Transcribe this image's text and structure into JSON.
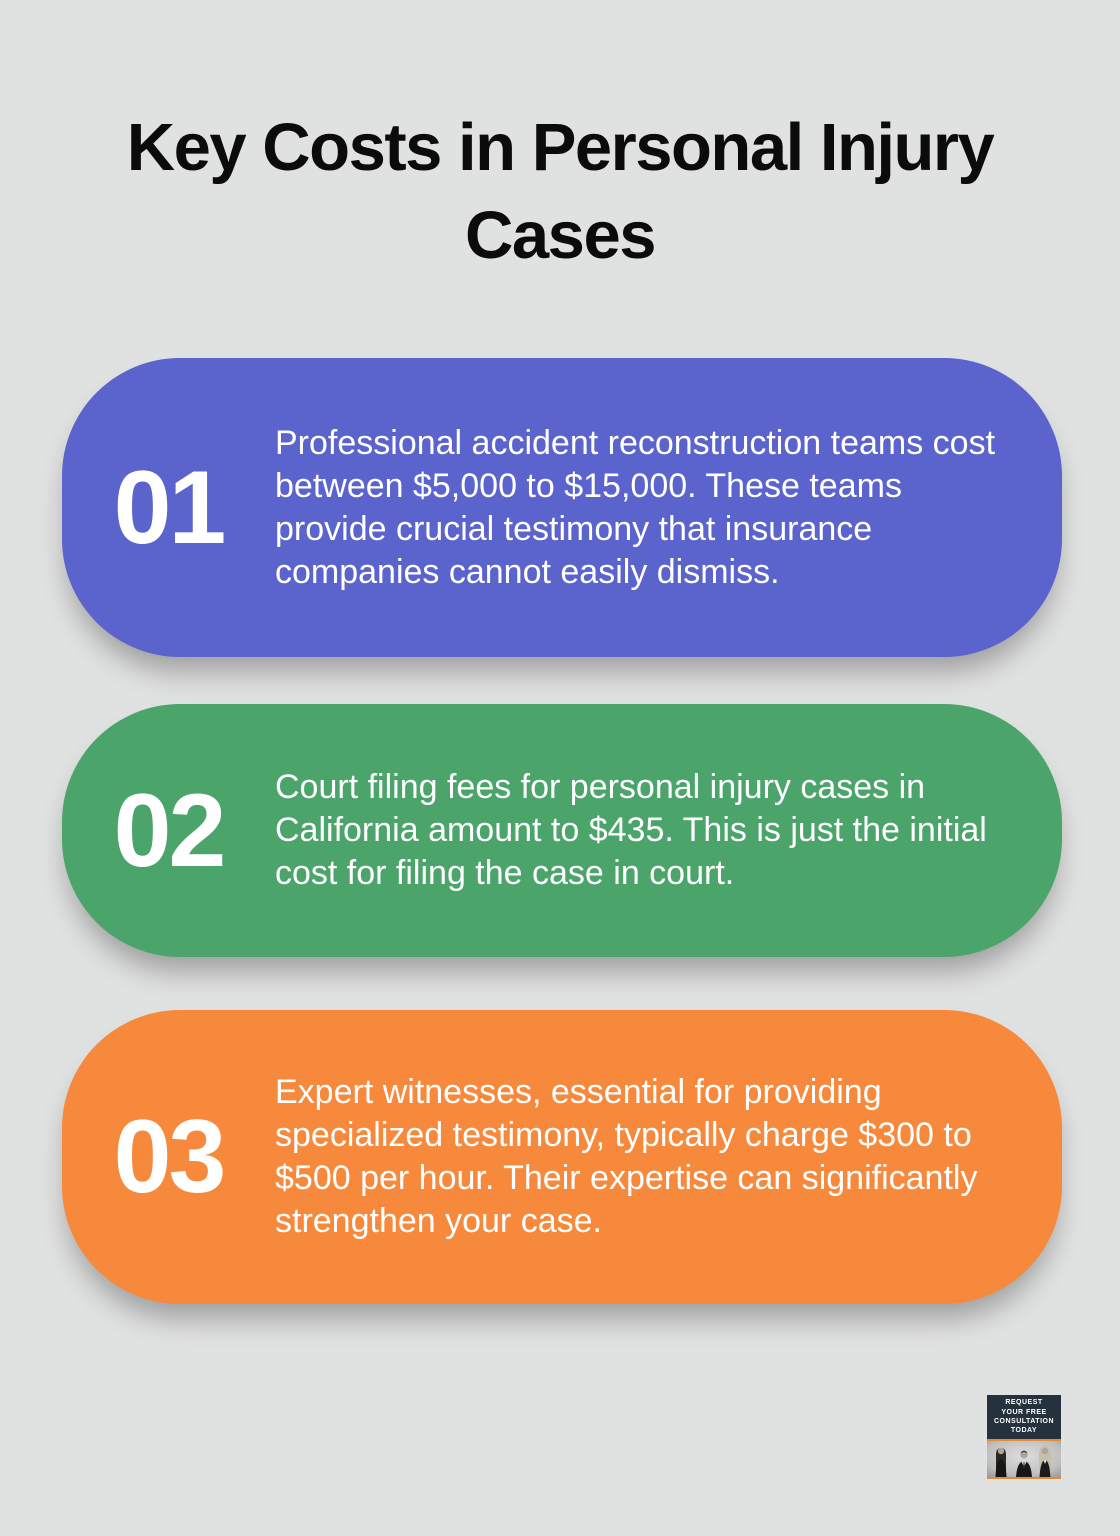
{
  "page": {
    "background_color": "#E0E1E1"
  },
  "title": {
    "text": "Key Costs in Personal Injury Cases",
    "color": "#0B0B0B"
  },
  "cards": [
    {
      "number": "01",
      "accent_color": "#5B63CC",
      "text_color": "#FFFFFF",
      "text": "Professional accident reconstruction teams cost between $5,000 to $15,000. These teams provide crucial testimony that insurance companies cannot easily dismiss."
    },
    {
      "number": "02",
      "accent_color": "#4BA56B",
      "text_color": "#FFFFFF",
      "text": "Court filing fees for personal injury cases in California amount to $435. This is just the initial cost for filing the case in court."
    },
    {
      "number": "03",
      "accent_color": "#F7893C",
      "text_color": "#FFFFFF",
      "text": "Expert witnesses, essential for providing specialized testimony, typically charge $300 to $500 per hour. Their expertise can significantly strengthen your case."
    }
  ],
  "badge": {
    "lines": [
      "REQUEST",
      "YOUR FREE",
      "CONSULTATION",
      "TODAY"
    ],
    "background_color": "#25313D",
    "accent_color": "#E78B33",
    "photo": "three-attorneys-grayscale-photo"
  }
}
